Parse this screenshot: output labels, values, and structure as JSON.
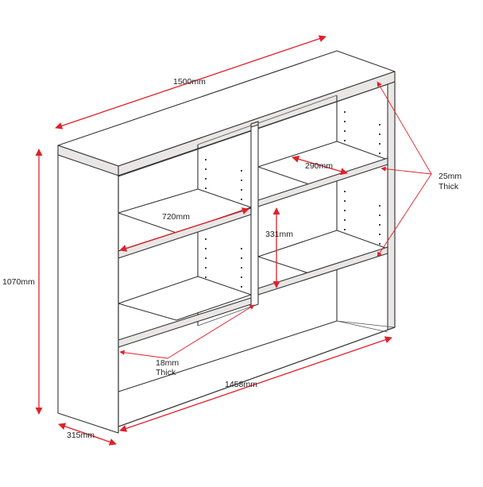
{
  "colors": {
    "dimension": "#e0202a",
    "outline": "#333333"
  },
  "dimensions": {
    "overall_width": "1500mm",
    "overall_height": "1070mm",
    "depth": "315mm",
    "inner_width": "1458mm",
    "compartment_width": "720mm",
    "shelf_depth": "290mm",
    "shelf_spacing": "331mm"
  },
  "thickness_notes": {
    "top_and_sides": {
      "value": "25mm",
      "word": "Thick"
    },
    "shelves": {
      "value": "18mm",
      "word": "Thick"
    }
  }
}
